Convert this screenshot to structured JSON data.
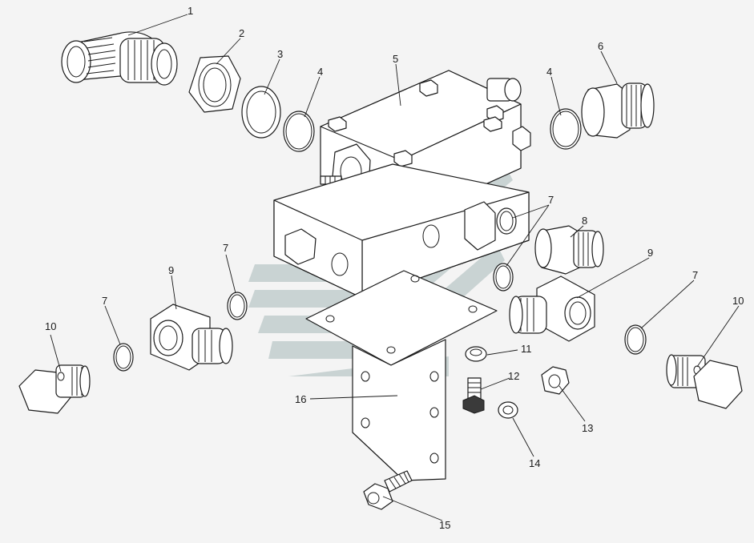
{
  "diagram": {
    "watermark_color": "#c9d3d3",
    "line_color": "#1a1a1a",
    "callouts": [
      {
        "id": "c1",
        "label": "1"
      },
      {
        "id": "c2",
        "label": "2"
      },
      {
        "id": "c3",
        "label": "3"
      },
      {
        "id": "c4a",
        "label": "4"
      },
      {
        "id": "c4b",
        "label": "4"
      },
      {
        "id": "c5",
        "label": "5"
      },
      {
        "id": "c6",
        "label": "6"
      },
      {
        "id": "c7a",
        "label": "7"
      },
      {
        "id": "c7b",
        "label": "7"
      },
      {
        "id": "c7c",
        "label": "7"
      },
      {
        "id": "c7d",
        "label": "7"
      },
      {
        "id": "c8",
        "label": "8"
      },
      {
        "id": "c9a",
        "label": "9"
      },
      {
        "id": "c9b",
        "label": "9"
      },
      {
        "id": "c10a",
        "label": "10"
      },
      {
        "id": "c10b",
        "label": "10"
      },
      {
        "id": "c11",
        "label": "11"
      },
      {
        "id": "c12",
        "label": "12"
      },
      {
        "id": "c13",
        "label": "13"
      },
      {
        "id": "c14",
        "label": "14"
      },
      {
        "id": "c15",
        "label": "15"
      },
      {
        "id": "c16",
        "label": "16"
      }
    ]
  }
}
